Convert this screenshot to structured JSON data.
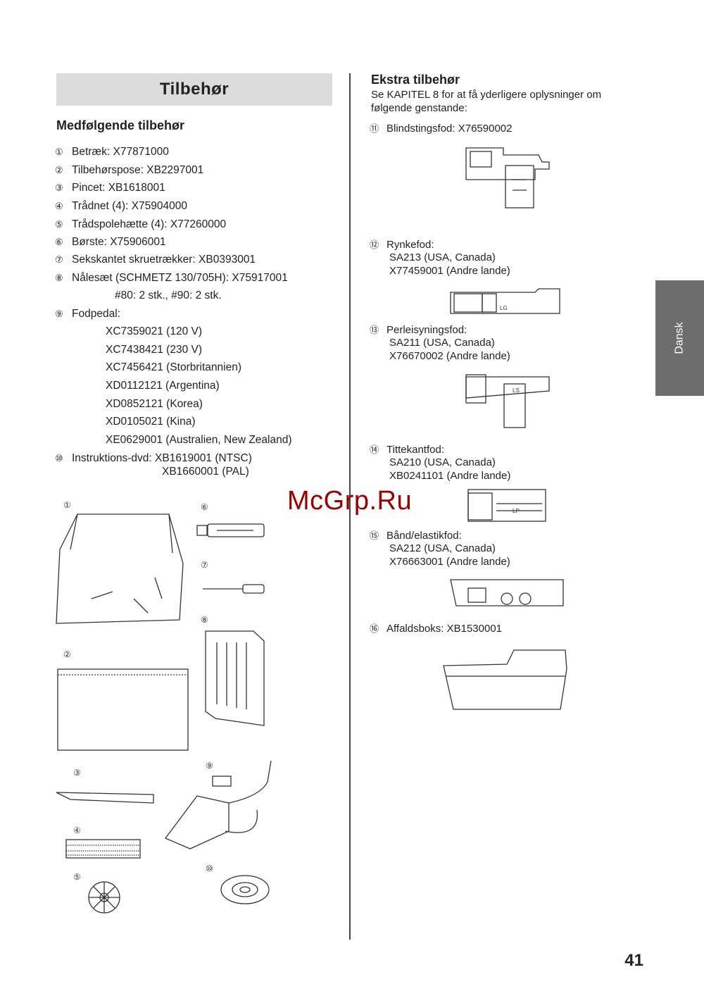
{
  "title": "Tilbehør",
  "left": {
    "heading": "Medfølgende tilbehør",
    "items": [
      {
        "num": "①",
        "text": "Betræk: X77871000"
      },
      {
        "num": "②",
        "text": "Tilbehørspose: XB2297001"
      },
      {
        "num": "③",
        "text": "Pincet: XB1618001"
      },
      {
        "num": "④",
        "text": "Trådnet (4): X75904000"
      },
      {
        "num": "⑤",
        "text": "Trådspolehætte (4): X77260000"
      },
      {
        "num": "⑥",
        "text": "Børste: X75906001"
      },
      {
        "num": "⑦",
        "text": "Sekskantet skruetrækker: XB0393001"
      },
      {
        "num": "⑧",
        "text": "Nålesæt (SCHMETZ 130/705H): X75917001"
      },
      {
        "num": "",
        "text": "#80: 2 stk., #90: 2 stk."
      },
      {
        "num": "⑨",
        "text": "Fodpedal:"
      },
      {
        "num": "",
        "text": "XC7359021 (120 V)"
      },
      {
        "num": "",
        "text": "XC7438421 (230 V)"
      },
      {
        "num": "",
        "text": "XC7456421 (Storbritannien)"
      },
      {
        "num": "",
        "text": "XD0112121 (Argentina)"
      },
      {
        "num": "",
        "text": "XD0852121 (Korea)"
      },
      {
        "num": "",
        "text": "XD0105021 (Kina)"
      },
      {
        "num": "",
        "text": "XE0629001 (Australien, New Zealand)"
      },
      {
        "num": "⑩",
        "text": "Instruktions-dvd: XB1619001 (NTSC)"
      },
      {
        "num": "",
        "text": "XB1660001 (PAL)"
      }
    ],
    "figure_labels": [
      "①",
      "②",
      "③",
      "④",
      "⑤",
      "⑥",
      "⑦",
      "⑧",
      "⑨",
      "⑩"
    ]
  },
  "right": {
    "heading": "Ekstra tilbehør",
    "intro": [
      "Se KAPITEL 8 for at få yderligere oplysninger om",
      "følgende genstande:"
    ],
    "items": [
      {
        "num": "⑪",
        "lines": [
          "Blindstingsfod: X76590002"
        ]
      },
      {
        "num": "⑫",
        "lines": [
          "Rynkefod:",
          "SA213 (USA, Canada)",
          "X77459001 (Andre lande)"
        ]
      },
      {
        "num": "⑬",
        "lines": [
          "Perleisyningsfod:",
          "SA211 (USA, Canada)",
          "X76670002 (Andre lande)"
        ]
      },
      {
        "num": "⑭",
        "lines": [
          "Tittekantfod:",
          "SA210 (USA, Canada)",
          "XB0241101 (Andre lande)"
        ]
      },
      {
        "num": "⑮",
        "lines": [
          "Bånd/elastikfod:",
          "SA212 (USA, Canada)",
          "X76663001 (Andre lande)"
        ]
      },
      {
        "num": "⑯",
        "lines": [
          "Affaldsboks: XB1530001"
        ]
      }
    ],
    "foot_marks": [
      "LG",
      "LS",
      "LP"
    ]
  },
  "side_tab": "Dansk",
  "page_number": "41",
  "watermark": "McGrp.Ru"
}
